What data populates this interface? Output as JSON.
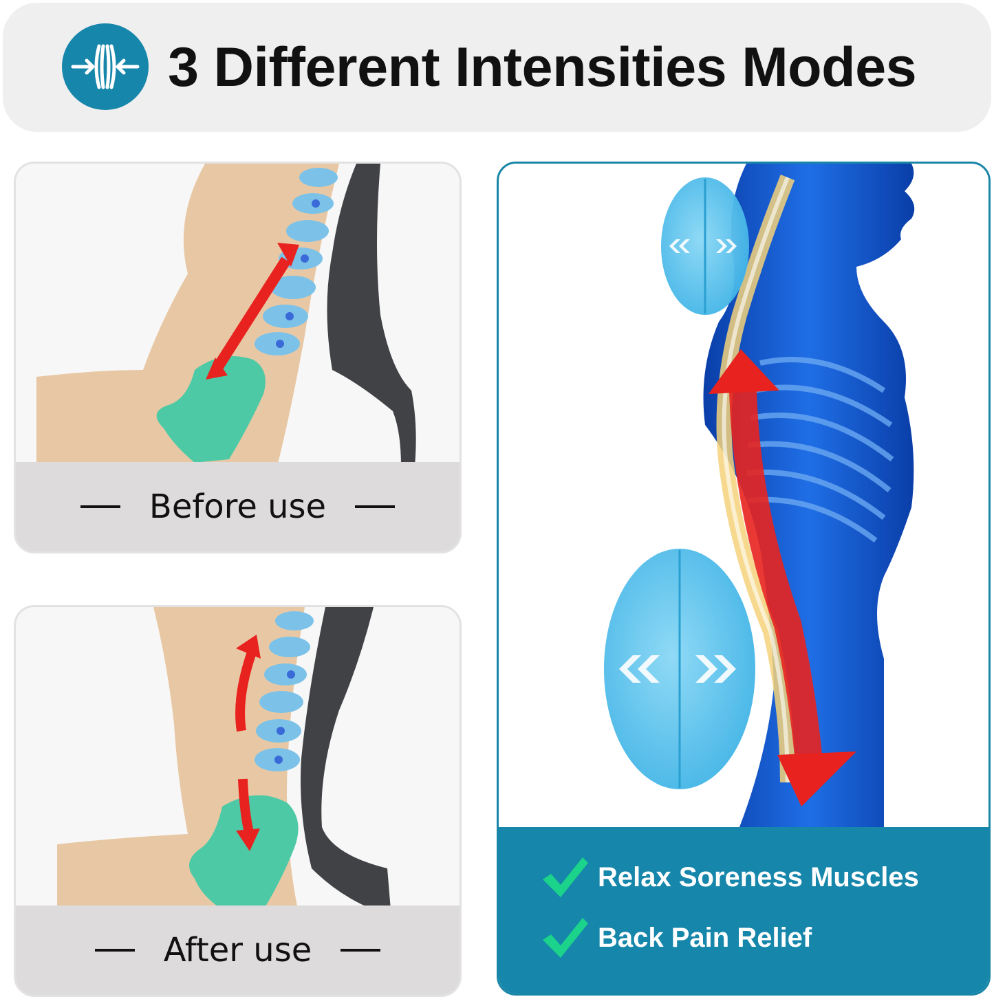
{
  "header": {
    "title": "3 Different Intensities Modes",
    "icon": "compress-arrows-icon"
  },
  "before_panel": {
    "caption": "Before use"
  },
  "after_panel": {
    "caption": "After use"
  },
  "benefits": [
    {
      "label": "Relax Soreness Muscles",
      "icon": "checkmark-icon"
    },
    {
      "label": "Back Pain Relief",
      "icon": "checkmark-icon"
    }
  ],
  "colors": {
    "teal": "#1686aa",
    "check_green": "#1bd38a",
    "arrow_red": "#e8231f",
    "skin": "#e8c8a4",
    "spine_blue": "#7cc2e8",
    "pelvis_green": "#4ec9a6",
    "cushion_dark": "#414245"
  }
}
